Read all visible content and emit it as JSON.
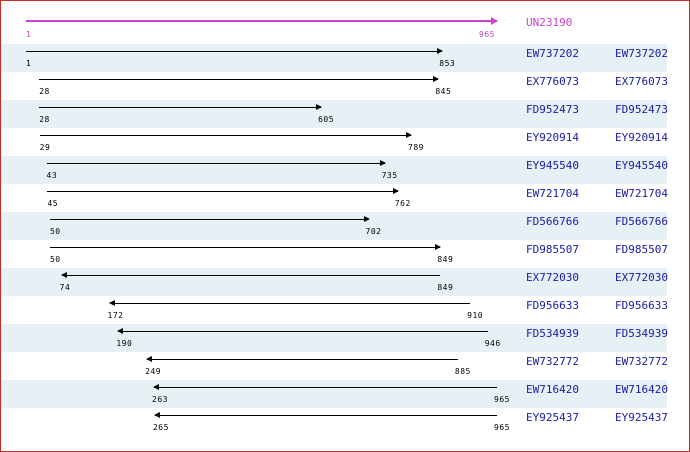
{
  "reference": {
    "id": "UN23190",
    "start": "1",
    "end": "965",
    "color": "#cc44cc"
  },
  "colors": {
    "row_alt": "#e6f1f5",
    "link": "#1a1aa6",
    "border": "#c0302a"
  },
  "alignments": [
    {
      "id": "EW737202",
      "start": "1",
      "end": "853",
      "direction": "forward"
    },
    {
      "id": "EX776073",
      "start": "28",
      "end": "845",
      "direction": "forward"
    },
    {
      "id": "FD952473",
      "start": "28",
      "end": "605",
      "direction": "forward"
    },
    {
      "id": "EY920914",
      "start": "29",
      "end": "789",
      "direction": "forward"
    },
    {
      "id": "EY945540",
      "start": "43",
      "end": "735",
      "direction": "forward"
    },
    {
      "id": "EW721704",
      "start": "45",
      "end": "762",
      "direction": "forward"
    },
    {
      "id": "FD566766",
      "start": "50",
      "end": "702",
      "direction": "forward"
    },
    {
      "id": "FD985507",
      "start": "50",
      "end": "849",
      "direction": "forward"
    },
    {
      "id": "EX772030",
      "start": "74",
      "end": "849",
      "direction": "reverse"
    },
    {
      "id": "FD956633",
      "start": "172",
      "end": "910",
      "direction": "reverse"
    },
    {
      "id": "FD534939",
      "start": "190",
      "end": "946",
      "direction": "reverse"
    },
    {
      "id": "EW732772",
      "start": "249",
      "end": "885",
      "direction": "reverse"
    },
    {
      "id": "EW716420",
      "start": "263",
      "end": "965",
      "direction": "reverse"
    },
    {
      "id": "EY925437",
      "start": "265",
      "end": "965",
      "direction": "reverse"
    }
  ]
}
